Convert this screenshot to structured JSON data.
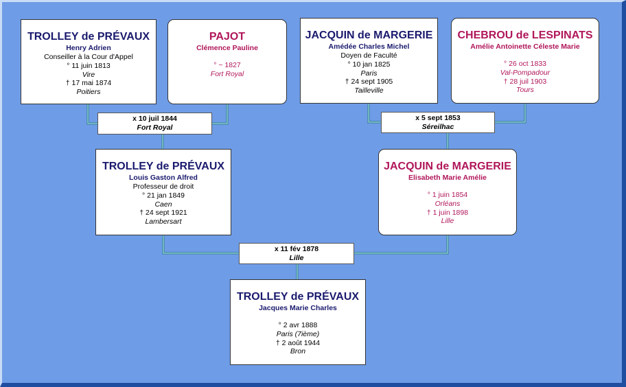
{
  "persons": {
    "p1": {
      "surname": "TROLLEY de PRÉVAUX",
      "given": "Henry Adrien",
      "occupation": "Conseiller à la Cour d'Appel",
      "birth": "° 11 juin 1813",
      "birth_place": "Vire",
      "death": "† 17 mai 1874",
      "death_place": "Poitiers"
    },
    "p2": {
      "surname": "PAJOT",
      "given": "Clémence Pauline",
      "birth": "° ~ 1827",
      "birth_place": "Fort Royal"
    },
    "p3": {
      "surname": "JACQUIN de MARGERIE",
      "given": "Amédée Charles Michel",
      "occupation": "Doyen de Faculté",
      "birth": "° 10 jan 1825",
      "birth_place": "Paris",
      "death": "† 24 sept 1905",
      "death_place": "Tailleville"
    },
    "p4": {
      "surname": "CHEBROU de LESPINATS",
      "given": "Amélie Antoinette Céleste Marie",
      "birth": "° 26 oct 1833",
      "birth_place": "Val-Pompadour",
      "death": "† 28 juil 1903",
      "death_place": "Tours"
    },
    "p5": {
      "surname": "TROLLEY de PRÉVAUX",
      "given": "Louis Gaston Alfred",
      "occupation": "Professeur de droit",
      "birth": "° 21 jan 1849",
      "birth_place": "Caen",
      "death": "† 24 sept 1921",
      "death_place": "Lambersart"
    },
    "p6": {
      "surname": "JACQUIN de MARGERIE",
      "given": "Elisabeth Marie Amélie",
      "birth": "° 1 juin 1854",
      "birth_place": "Orléans",
      "death": "† 1 juin 1898",
      "death_place": "Lille"
    },
    "p7": {
      "surname": "TROLLEY de PRÉVAUX",
      "given": "Jacques Marie Charles",
      "birth": "° 2 avr 1888",
      "birth_place": "Paris (7ième)",
      "death": "† 2 août 1944",
      "death_place": "Bron"
    }
  },
  "marriages": {
    "m1": {
      "date": "x 10 juil 1844",
      "place": "Fort Royal"
    },
    "m2": {
      "date": "x 5 sept 1853",
      "place": "Séreilhac"
    },
    "m3": {
      "date": "x 11 fév 1878",
      "place": "Lille"
    }
  },
  "colors": {
    "background": "#6f9ce6",
    "male_name": "#1a1a6e",
    "female_name": "#b0165a",
    "connector": "#9fe0e8"
  }
}
